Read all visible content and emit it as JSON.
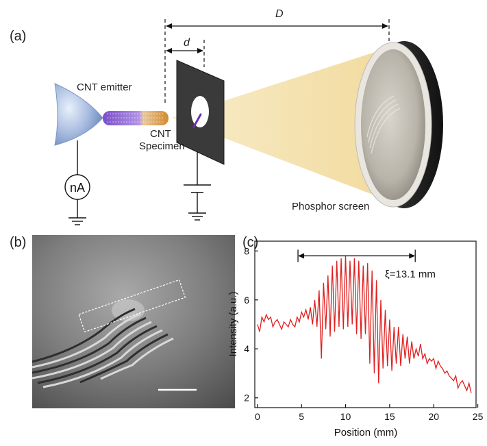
{
  "panel_a": {
    "label": "(a)",
    "dist_D": "D",
    "dist_d": "d",
    "emitter_label": "CNT emitter",
    "specimen_line1": "CNT",
    "specimen_line2": "Specimen",
    "meter_label": "nA",
    "screen_label": "Phosphor screen"
  },
  "panel_b": {
    "label": "(b)"
  },
  "panel_c": {
    "label": "(c)",
    "annotation": "ξ=13.1 mm",
    "colors": {
      "line": "#e02020",
      "axis": "#111111"
    }
  },
  "chart_data": {
    "type": "line",
    "xlabel": "Position (mm)",
    "ylabel": "Intensity (a.u.)",
    "xlim": [
      -0.3,
      24.8
    ],
    "ylim": [
      1.6,
      8.4
    ],
    "xticks": [
      0,
      5,
      10,
      15,
      20,
      25
    ],
    "yticks": [
      2,
      4,
      6,
      8
    ],
    "grid": false,
    "annotation_arrow_x": [
      4.6,
      17.9
    ],
    "annotation_arrow_y": 7.8,
    "series": [
      {
        "x": [
          0,
          0.25,
          0.5,
          0.75,
          1,
          1.25,
          1.5,
          1.75,
          2,
          2.25,
          2.5,
          2.75,
          3,
          3.25,
          3.5,
          3.75,
          4,
          4.25,
          4.5,
          4.75,
          5,
          5.25,
          5.5,
          5.75,
          6,
          6.25,
          6.5,
          6.75,
          7,
          7.25,
          7.5,
          7.75,
          8,
          8.25,
          8.5,
          8.75,
          9,
          9.25,
          9.5,
          9.75,
          10,
          10.25,
          10.5,
          10.75,
          11,
          11.25,
          11.5,
          11.75,
          12,
          12.25,
          12.5,
          12.75,
          13,
          13.25,
          13.5,
          13.75,
          14,
          14.25,
          14.5,
          14.75,
          15,
          15.25,
          15.5,
          15.75,
          16,
          16.25,
          16.5,
          16.75,
          17,
          17.25,
          17.5,
          17.75,
          18,
          18.25,
          18.5,
          18.75,
          19,
          19.25,
          19.5,
          19.75,
          20,
          20.25,
          20.5,
          20.75,
          21,
          21.25,
          21.5,
          21.75,
          22,
          22.25,
          22.5,
          22.75,
          23,
          23.25,
          23.5,
          23.75,
          24,
          24.25
        ],
        "y": [
          5.0,
          4.7,
          5.3,
          5.1,
          5.4,
          5.2,
          5.3,
          4.9,
          5.1,
          5.2,
          5.0,
          4.8,
          5.1,
          5.0,
          4.9,
          5.2,
          5.0,
          4.9,
          5.3,
          5.1,
          5.5,
          5.3,
          5.6,
          5.2,
          5.7,
          5.0,
          6.0,
          4.9,
          6.4,
          3.6,
          6.7,
          4.8,
          7.0,
          4.5,
          7.4,
          4.7,
          7.6,
          4.9,
          7.7,
          4.8,
          7.8,
          4.9,
          7.6,
          5.0,
          7.7,
          4.6,
          7.6,
          4.4,
          7.4,
          4.6,
          7.5,
          3.4,
          7.2,
          3.0,
          6.8,
          2.6,
          6.0,
          3.2,
          5.6,
          3.3,
          5.2,
          3.1,
          4.9,
          3.4,
          4.9,
          3.3,
          4.6,
          3.6,
          4.5,
          3.4,
          4.3,
          3.6,
          4.0,
          3.7,
          4.2,
          3.6,
          3.8,
          3.4,
          3.6,
          3.5,
          3.6,
          3.2,
          3.5,
          3.3,
          3.2,
          3.0,
          3.1,
          2.9,
          2.8,
          2.7,
          2.9,
          2.4,
          2.6,
          2.7,
          2.5,
          2.3,
          2.6,
          2.2
        ]
      }
    ]
  }
}
